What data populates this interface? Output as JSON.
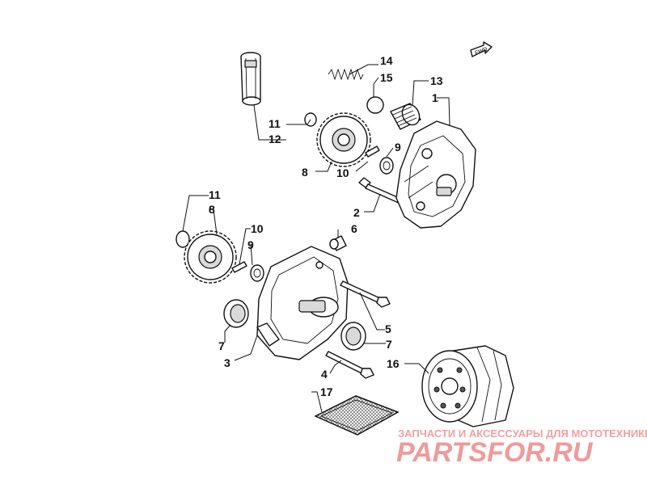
{
  "callouts": {
    "c1": "1",
    "c2": "2",
    "c3": "3",
    "c4": "4",
    "c5": "5",
    "c6": "6",
    "c7a": "7",
    "c7b": "7",
    "c8a": "8",
    "c8b": "8",
    "c9a": "9",
    "c9b": "9",
    "c10a": "10",
    "c10b": "10",
    "c11a": "11",
    "c11b": "11",
    "c12": "12",
    "c13": "13",
    "c14": "14",
    "c15": "15",
    "c16": "16",
    "c17": "17"
  },
  "fwd_label": "FWD",
  "watermark": {
    "subtitle": "ЗАПЧАСТИ И АКСЕССУАРЫ ДЛЯ МОТОТЕХНИКИ",
    "brand": "PARTSFOR.RU",
    "subtitle_color": "#f2a0a0",
    "brand_color": "#f09a9a"
  }
}
